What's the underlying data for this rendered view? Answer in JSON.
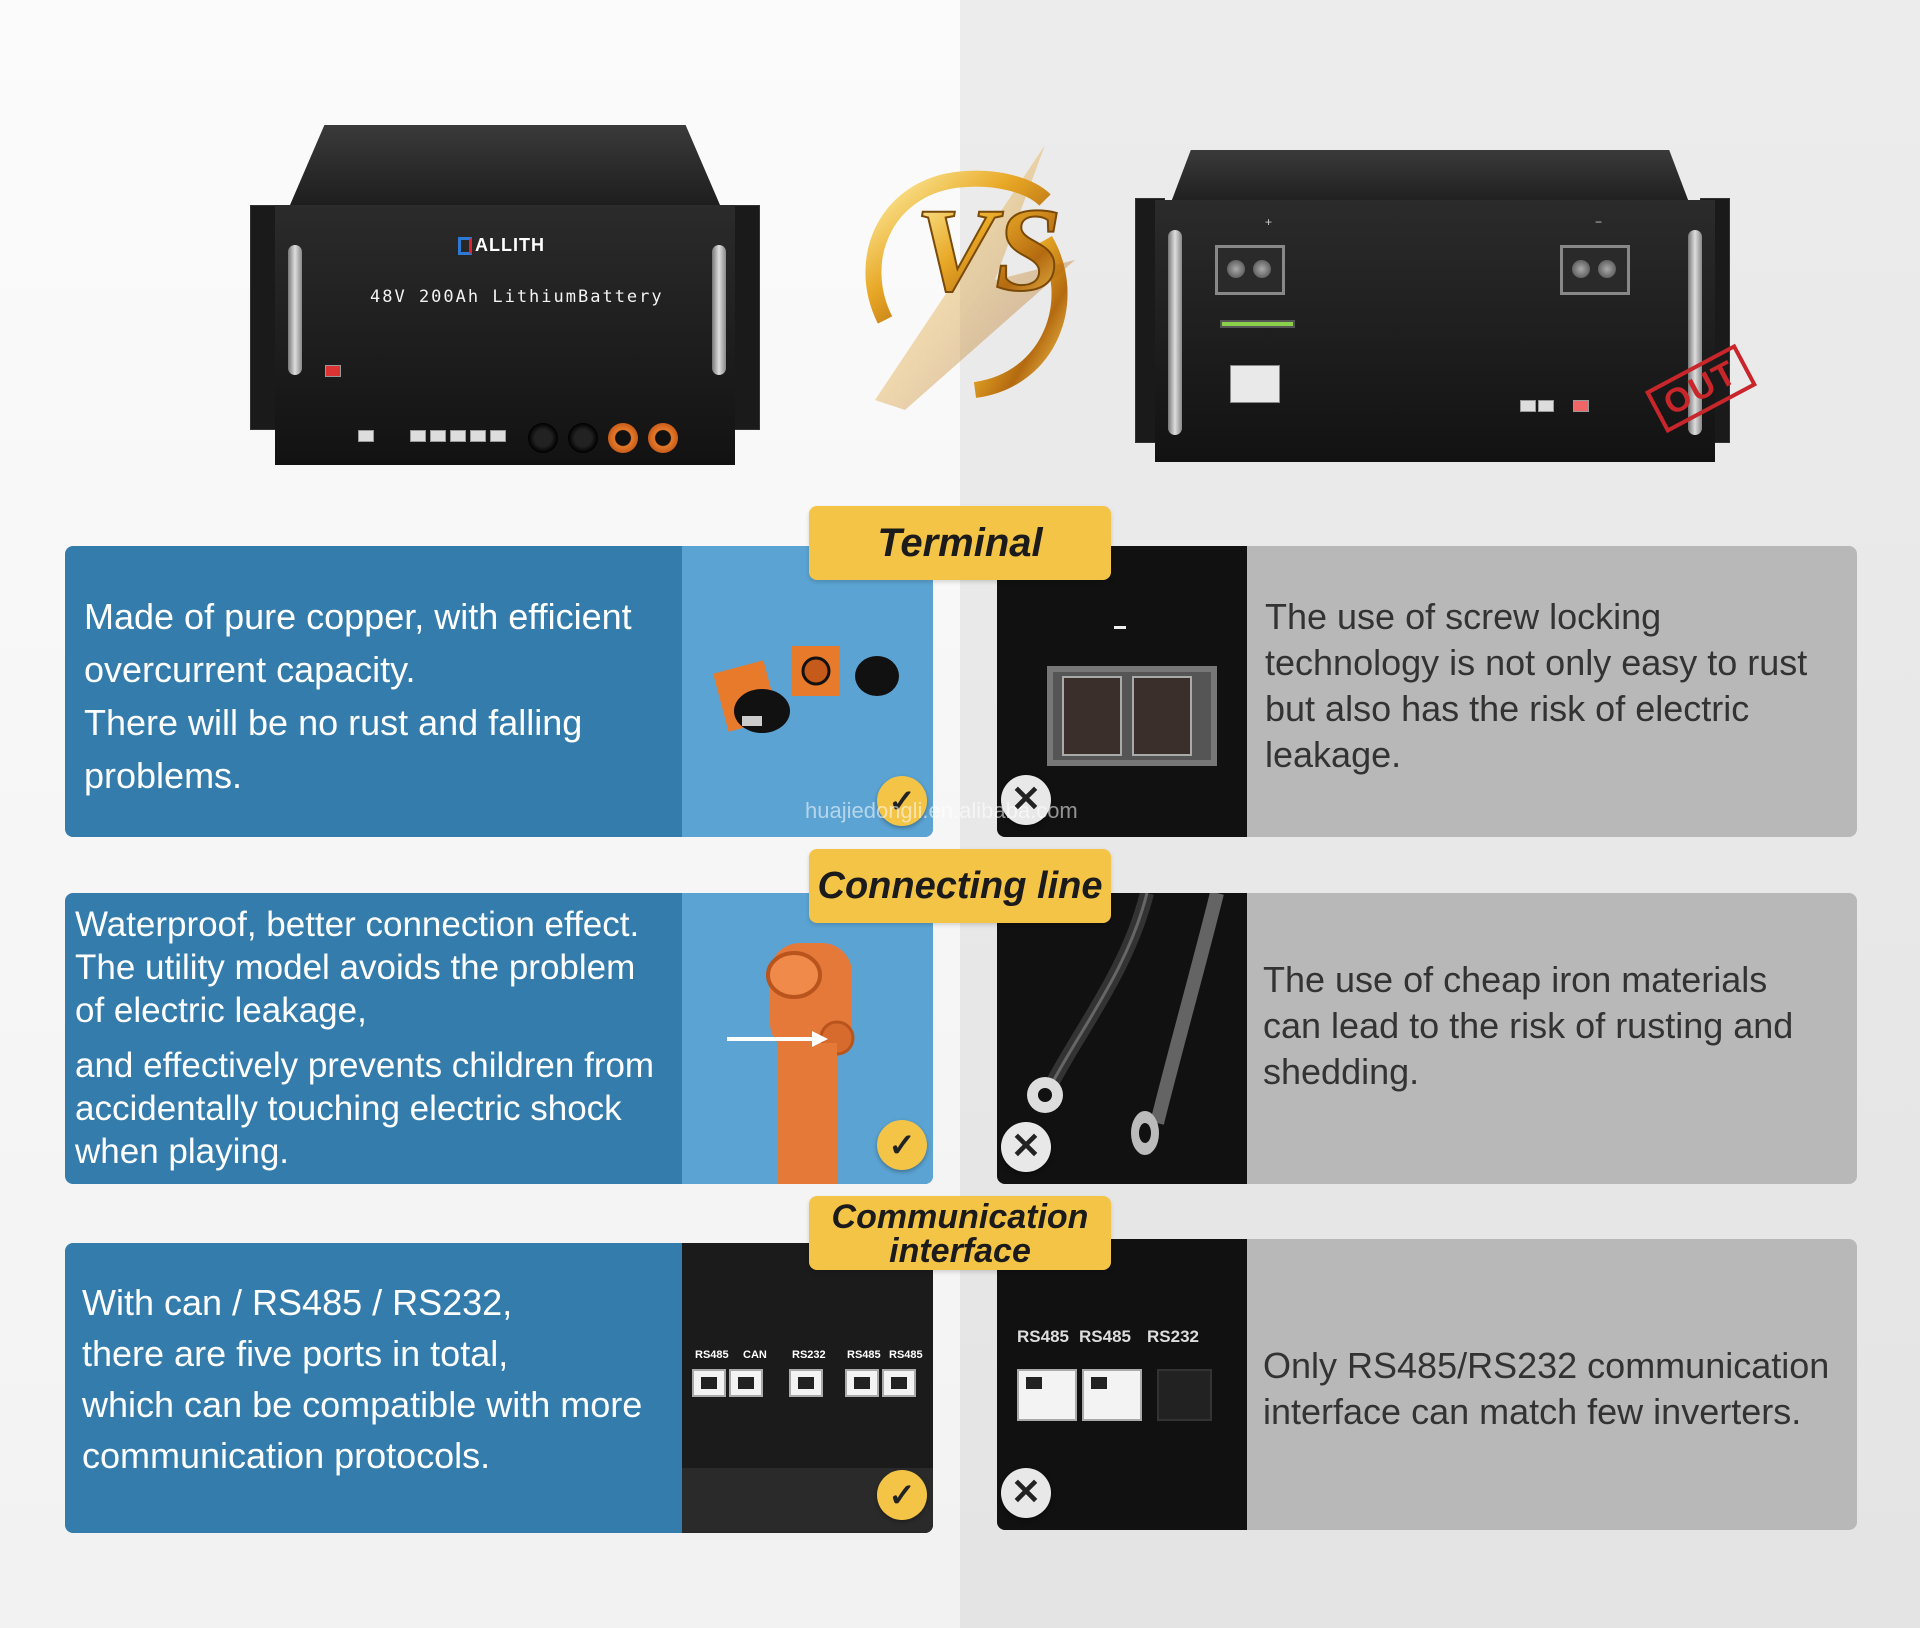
{
  "products": {
    "left": {
      "brand": "ALLITH",
      "model_text": "48V 200Ah LithiumBattery"
    },
    "right": {
      "stamp": "OUT"
    }
  },
  "vs_label": "VS",
  "watermark": "huajiedongli.en.alibaba.com",
  "sections": [
    {
      "tag": [
        "Terminal"
      ],
      "good_lines": [
        "Made of pure copper, with efficient",
        "overcurrent capacity.",
        "There will be no rust and falling",
        "problems."
      ],
      "bad_lines": [
        "The use of screw locking",
        "technology is not only easy to rust",
        "but also has the risk of electric",
        "leakage."
      ]
    },
    {
      "tag": [
        "Connecting line"
      ],
      "good_lines": [
        "Waterproof, better connection effect.",
        "The utility model avoids the problem",
        "of electric leakage,",
        "and effectively prevents children from",
        "accidentally touching electric shock",
        "when playing."
      ],
      "bad_lines": [
        "The use of cheap iron materials",
        "can lead to the risk of rusting and",
        "shedding."
      ]
    },
    {
      "tag": [
        "Communication",
        "interface"
      ],
      "good_lines": [
        "With can / RS485 / RS232,",
        "there are five ports in total,",
        "which can be compatible with more",
        "communication protocols."
      ],
      "bad_lines": [
        "Only RS485/RS232 communication",
        "interface can match few inverters."
      ],
      "good_ports": [
        "RS485",
        "CAN",
        "RS232",
        "RS485",
        "RS485"
      ],
      "bad_ports": [
        "RS485",
        "RS485",
        "RS232"
      ]
    }
  ],
  "marks": {
    "check": "✓",
    "cross": "✕"
  },
  "colors": {
    "good_card": "#347cac",
    "bad_card": "#b8b8b8",
    "tag": "#f4c446",
    "vs_gold": "#e8a826"
  }
}
